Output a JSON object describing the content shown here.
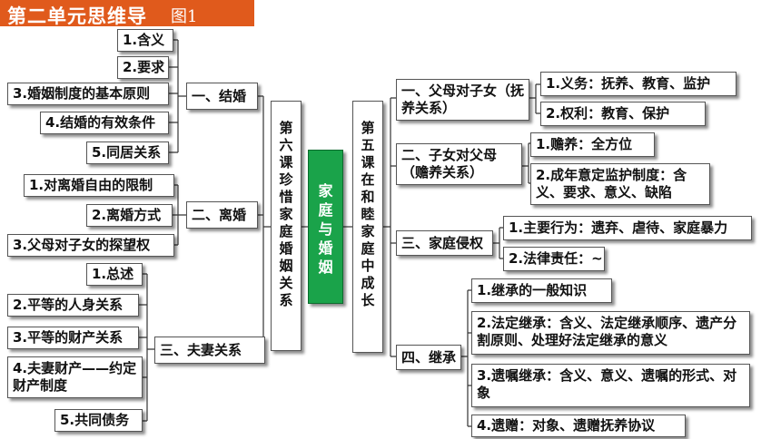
{
  "title": {
    "main": "第二单元思维导",
    "sub": "图1"
  },
  "center": {
    "label": "家庭与婚姻"
  },
  "lesson6": {
    "label": "第六课珍惜家庭婚姻关系",
    "marriage": {
      "label": "一、结婚",
      "items": [
        "1.含义",
        "2.要求",
        "3.婚姻制度的基本原则",
        "4.结婚的有效条件",
        "5.同居关系"
      ]
    },
    "divorce": {
      "label": "二、离婚",
      "items": [
        "1.对离婚自由的限制",
        "2.离婚方式",
        "3.父母对子女的探望权"
      ]
    },
    "spouse": {
      "label": "三、夫妻关系",
      "items": [
        "1.总述",
        "2.平等的人身关系",
        "3.平等的财产关系",
        "4.夫妻财产——约定财产制度",
        "5.共同债务"
      ]
    }
  },
  "lesson5": {
    "label": "第五课在和睦家庭中成长",
    "parents": {
      "label": "一、父母对子女（抚养关系）",
      "items": [
        "1.义务：抚养、教育、监护",
        "2.权利：教育、保护"
      ]
    },
    "children": {
      "label": "二、子女对父母（赡养关系）",
      "items": [
        "1.赡养：全方位",
        "2.成年意定监护制度：含义、要求、意义、缺陷"
      ]
    },
    "infringe": {
      "label": "三、家庭侵权",
      "items": [
        "1.主要行为：遗弃、虐待、家庭暴力",
        "2.法律责任：~"
      ]
    },
    "inherit": {
      "label": "四、继承",
      "items": [
        "1.继承的一般知识",
        "2.法定继承：含义、法定继承顺序、遗产分割原则、处理好法定继承的意义",
        "3.遗嘱继承：含义、意义、遗嘱的形式、对象",
        "4.遗赠：对象、遗赠抚养协议"
      ]
    }
  }
}
